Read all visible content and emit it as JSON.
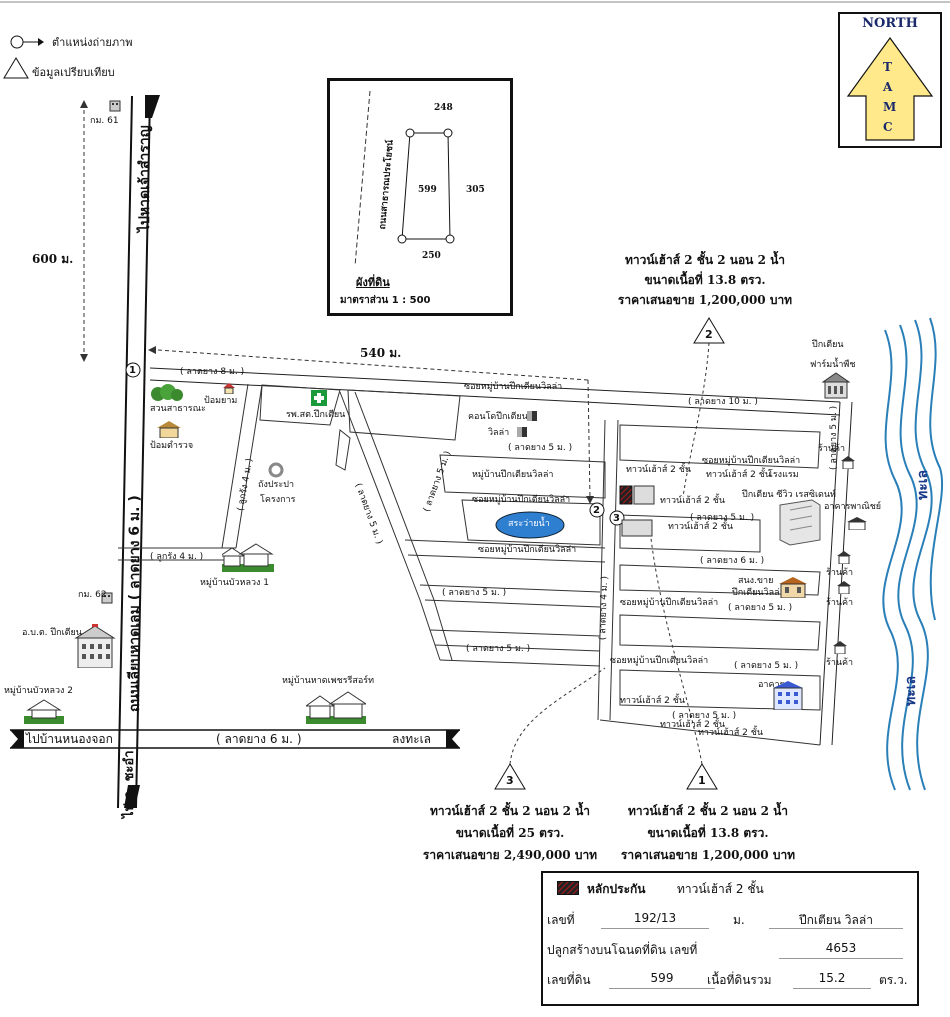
{
  "legend": {
    "photo_position": "ตำแหน่งถ่ายภาพ",
    "comparison_data": "ข้อมูลเปรียบเทียบ"
  },
  "north_logo": {
    "title": "NORTH",
    "letters": [
      "T",
      "A",
      "M",
      "C"
    ]
  },
  "site_plan": {
    "road_label": "ถนนสาธารณประโยชน์",
    "num_top": "248",
    "num_center": "599",
    "num_right": "305",
    "num_bottom": "250",
    "caption": "ผังที่ดิน",
    "scale": "มาตราส่วน 1 : 500"
  },
  "roads": {
    "main_road": "ถนนเลียบหาดเลม ( ลาดยาง 6 ม. )",
    "to_hat_chao_samran": "ไปหาดเจ้าสำราญ",
    "to_cha_am": "ไป อ. ชะอำ",
    "to_ban_nong_chok": "ไปบ้านหนองจอก",
    "bottom_road": "( ลาดยาง 6 ม. )",
    "to_sea": "ลงทะเล",
    "top_road_left": "( ลาดยาง 8 ม. )",
    "top_road_right": "( ลาดยาง 10 ม. )",
    "laterite_1": "( ลูกรัง 4 ม. )",
    "laterite_2": "( ลูกรัง 4 ม. )",
    "asphalt_5_1": "( ลาดยาง 5 ม. )",
    "asphalt_5_2": "( ลาดยาง 5 ม. )",
    "asphalt_5_3": "( ลาดยาง 5 ม. )",
    "asphalt_5_4": "( ลาดยาง 5 ม. )",
    "asphalt_5_5": "( ลาดยาง 5 ม. )",
    "asphalt_5_6": "( ลาดยาง 5 ม. )",
    "asphalt_5_7": "( ลาดยาง 5 ม. )",
    "asphalt_5_8": "( ลาดยาง 5 ม. )",
    "asphalt_5_9": "( ลาดยาง 5 ม. )",
    "asphalt_5_10": "( ลาดยาง 5 ม. )",
    "asphalt_6": "( ลาดยาง 6 ม. )",
    "asphalt_4": "( ลาดยาง 4 ม. )",
    "soi_1": "ซอยหมู่บ้านปึกเตียนวิลล่า",
    "soi_2": "ซอยหมู่บ้านปึกเตียนวิลล่า",
    "soi_3": "ซอยหมู่บ้านปึกเตียนวิลล่า",
    "soi_4": "ซอยหมู่บ้านปึกเตียนวิลล่า",
    "soi_5": "ซอยหมู่บ้านปึกเตียนวิลล่า",
    "soi_6": "ซอยหมู่บ้านปึกเตียนวิลล่า"
  },
  "distances": {
    "d600": "600 ม.",
    "d540": "540 ม."
  },
  "landmarks": {
    "km61": "กม. 61",
    "km62": "กม. 62",
    "police_box": "ป้อมยาม",
    "public_park": "สวนสาธารณะ",
    "police_post": "ป้อมตำรวจ",
    "hospital": "รพ.สต.ปึกเตียน",
    "water_tank": "ถังประปา",
    "water_project": "โครงการ",
    "condo": "คอนโดปึกเตียน",
    "villa": "วิลล่า",
    "village_pt": "หมู่บ้านปึกเตียนวิลล่า",
    "pool": "สระว่ายน้ำ",
    "village_bua_luang_1": "หมู่บ้านบัวหลวง 1",
    "village_bua_luang_2": "หมู่บ้านบัวหลวง 2",
    "village_hat_phet": "หมู่บ้านหาดเพชรรีสอร์ท",
    "sao_office": "อ.บ.ต. ปึกเตียน",
    "pt_name": "ปึกเตียน",
    "pt_farm": "ฟาร์มน้ำพืช",
    "townhouse_a": "ทาวน์เฮ้าส์ 2 ชั้น",
    "townhouse_b": "ทาวน์เฮ้าส์ 2 ชั้น",
    "townhouse_c": "ทาวน์เฮ้าส์ 2 ชั้น",
    "townhouse_d": "ทาวน์เฮ้าส์ 2 ชั้น",
    "townhouse_e": "ทาวน์เฮ้าส์ 2 ชั้น",
    "townhouse_f": "ทาวน์เฮ้าส์ 2 ชั้น",
    "townhouse_g": "ทาวน์เฮ้าส์ 2 ชั้น",
    "hotel": "โรงแรม",
    "residence": "ปึกเตียน ซีวิว เรสซิเดนท์",
    "commercial": "อาคารพาณิชย์",
    "store_1": "ร้านค้า",
    "store_2": "ร้านค้า",
    "store_3": "ร้านค้า",
    "store_4": "ร้านค้า",
    "sales_office": "สนง.ขาย",
    "sales_office_2": "ปึกเตียนวิลล่า",
    "apartment": "อาคาร",
    "sea_top": "ทะเล",
    "sea_bottom": "ทะเล"
  },
  "photo_points": [
    "1",
    "2",
    "3"
  ],
  "comparisons": [
    {
      "id": "2",
      "line1": "ทาวน์เฮ้าส์ 2 ชั้น 2 นอน 2 น้ำ",
      "line2": "ขนาดเนื้อที่ 13.8 ตรว.",
      "line3": "ราคาเสนอขาย 1,200,000 บาท"
    },
    {
      "id": "3",
      "line1": "ทาวน์เฮ้าส์ 2 ชั้น 2 นอน 2 น้ำ",
      "line2": "ขนาดเนื้อที่ 25 ตรว.",
      "line3": "ราคาเสนอขาย 2,490,000 บาท"
    },
    {
      "id": "1",
      "line1": "ทาวน์เฮ้าส์ 2 ชั้น 2 นอน 2 น้ำ",
      "line2": "ขนาดเนื้อที่ 13.8 ตรว.",
      "line3": "ราคาเสนอขาย 1,200,000 บาท"
    }
  ],
  "collateral": {
    "label": "หลักประกัน",
    "type": "ทาวน์เฮ้าส์ 2 ชั้น",
    "no_label": "เลขที่",
    "no_value": "192/13",
    "village_label": "ม.",
    "village_value": "ปึกเตียน วิลล่า",
    "deed_label": "ปลูกสร้างบนโฉนดที่ดิน เลขที่",
    "deed_value": "4653",
    "land_no_label": "เลขที่ดิน",
    "land_no_value": "599",
    "area_label": "เนื้อที่ดินรวม",
    "area_value": "15.2",
    "area_unit": "ตร.ว.",
    "hatch_color": "#b3161c"
  },
  "colors": {
    "sea_line": "#2a7fb8",
    "pool": "#2f7fd1",
    "logo_fill": "#ffe98a",
    "hospital": "#1a9a3a"
  }
}
